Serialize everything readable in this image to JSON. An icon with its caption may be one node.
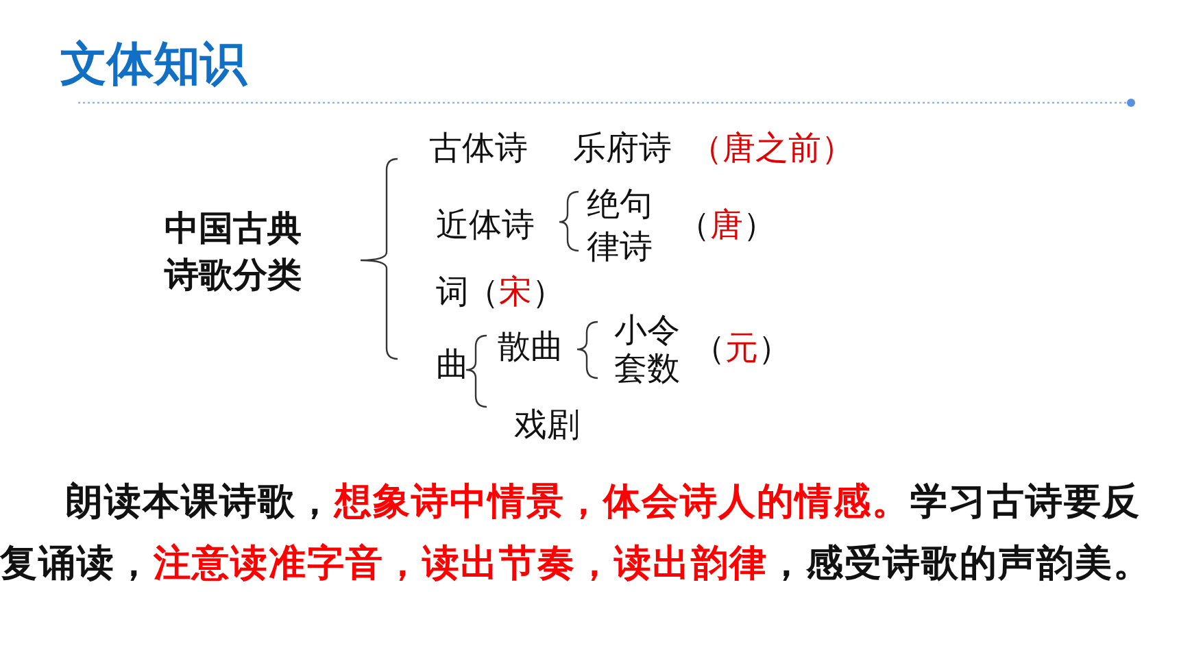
{
  "diagram": {
    "title": "文体知识",
    "labels": [
      "中国古典诗歌分类",
      "古体诗",
      "乐府诗",
      "（唐之前）",
      "近体诗",
      "绝句",
      "律诗",
      "（唐）",
      "词",
      "（宋）",
      "曲",
      "散曲",
      "小令",
      "套数",
      "（元）",
      "戏剧",
      "朗读本课诗歌，",
      "想象诗中情景，体会诗人的情感。",
      "学习古诗要反复诵读，",
      "注意读准字音，读出节奏，读出韵律",
      "，感受诗歌的声韵美。"
    ]
  }
}
